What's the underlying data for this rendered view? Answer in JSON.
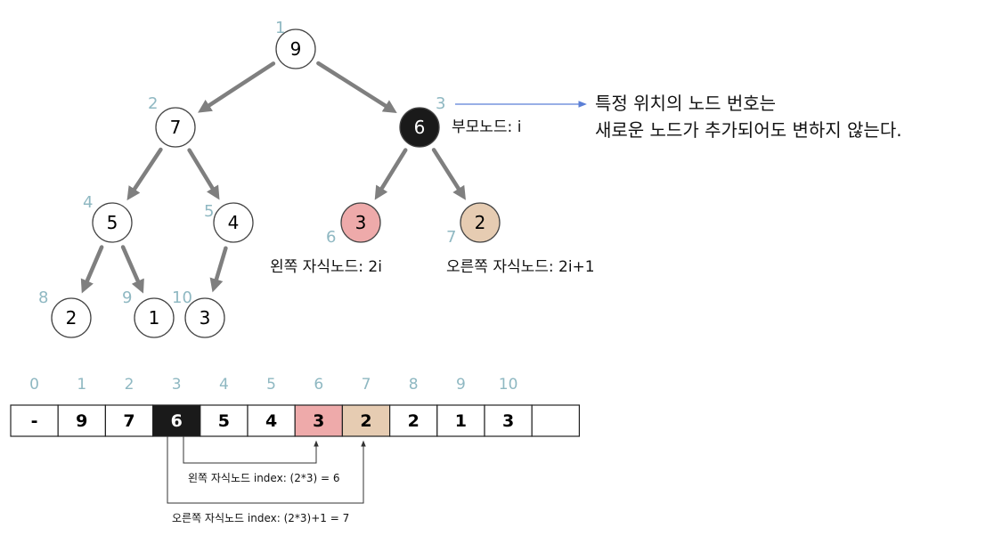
{
  "colors": {
    "node_fill": "#ffffff",
    "node_text": "#000000",
    "dark_fill": "#1a1a1a",
    "dark_text": "#ffffff",
    "left_child_fill": "#eeaaaa",
    "right_child_fill": "#e6ccb2",
    "index_color": "#8fb8c2",
    "arrow_color": "#7f7f7f",
    "note_arrow_color": "#5b7fd6"
  },
  "tree": {
    "nodes": [
      {
        "index": "1",
        "value": "9"
      },
      {
        "index": "2",
        "value": "7"
      },
      {
        "index": "3",
        "value": "6"
      },
      {
        "index": "4",
        "value": "5"
      },
      {
        "index": "5",
        "value": "4"
      },
      {
        "index": "6",
        "value": "3"
      },
      {
        "index": "7",
        "value": "2"
      },
      {
        "index": "8",
        "value": "2"
      },
      {
        "index": "9",
        "value": "1"
      },
      {
        "index": "10",
        "value": "3"
      }
    ],
    "edges": [
      [
        1,
        2
      ],
      [
        1,
        3
      ],
      [
        2,
        4
      ],
      [
        2,
        5
      ],
      [
        3,
        6
      ],
      [
        3,
        7
      ],
      [
        4,
        8
      ],
      [
        4,
        9
      ],
      [
        5,
        10
      ]
    ],
    "highlight": {
      "parent": 3,
      "left_child": 6,
      "right_child": 7
    }
  },
  "labels": {
    "parent": "부모노드: i",
    "left_child": "왼쪽 자식노드: 2i",
    "right_child": "오른쪽 자식노드: 2i+1"
  },
  "note": {
    "line1": "특정 위치의 노드 번호는",
    "line2": "새로운 노드가 추가되어도 변하지 않는다."
  },
  "array": {
    "indices": [
      "0",
      "1",
      "2",
      "3",
      "4",
      "5",
      "6",
      "7",
      "8",
      "9",
      "10"
    ],
    "cells": [
      "-",
      "9",
      "7",
      "6",
      "5",
      "4",
      "3",
      "2",
      "2",
      "1",
      "3",
      ""
    ]
  },
  "connectors": {
    "left": "왼쪽 자식노드 index: (2*3) = 6",
    "right": "오른쪽 자식노드 index: (2*3)+1 = 7"
  }
}
